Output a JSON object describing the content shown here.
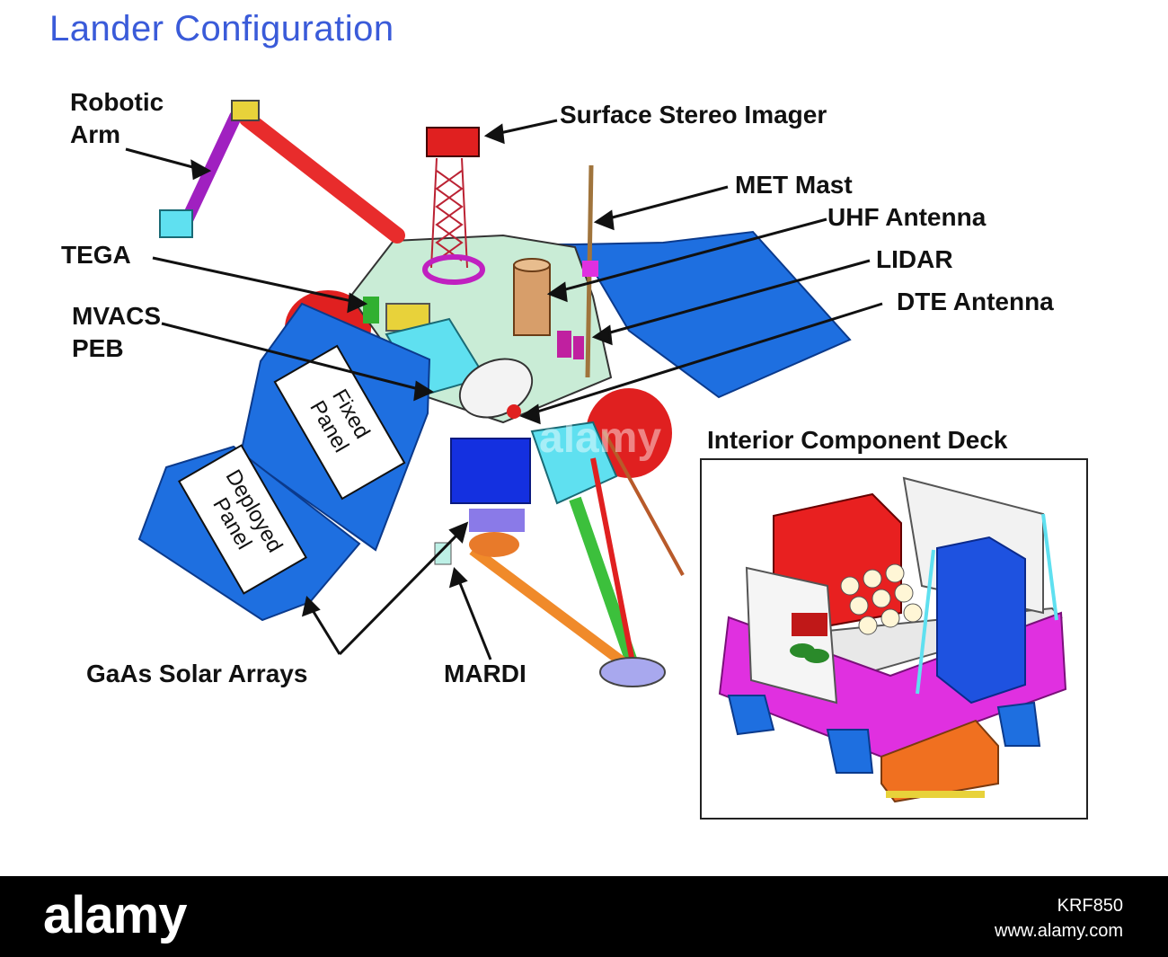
{
  "title": "Lander Configuration",
  "labels": {
    "robotic_arm": "Robotic\nArm",
    "surface_stereo_imager": "Surface Stereo Imager",
    "met_mast": "MET Mast",
    "uhf_antenna": "UHF Antenna",
    "lidar": "LIDAR",
    "dte_antenna": "DTE Antenna",
    "tega": "TEGA",
    "mvacs_peb": "MVACS\nPEB",
    "gaas_solar_arrays": "GaAs Solar Arrays",
    "mardi": "MARDI",
    "fixed_panel": "Fixed\nPanel",
    "deployed_panel": "Deployed\nPanel"
  },
  "inset": {
    "title": "Interior Component Deck"
  },
  "footer": {
    "logo": "alamy",
    "image_id": "KRF850",
    "site": "www.alamy.com"
  },
  "colors": {
    "title": "#3a5bd9",
    "solar_panel": "#1e6fe0",
    "deck": "#c9ecd6",
    "red_tank": "#e02020",
    "cyan_part": "#5fe0f0",
    "magenta_part": "#e030e0"
  }
}
